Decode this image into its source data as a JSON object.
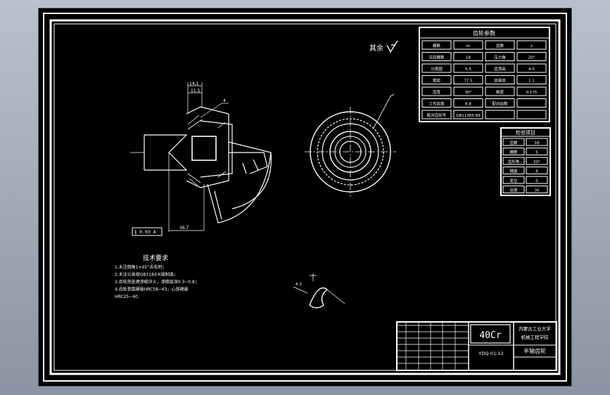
{
  "colors": {
    "background": "#000000",
    "line": "#ffffff",
    "window_bg": "#9aa3b0"
  },
  "surface_finish": {
    "label": "其余",
    "symbol": "Ra-check-icon"
  },
  "param_table": {
    "title": "齿轮参数",
    "rows": [
      [
        "模数",
        "m",
        "齿数",
        "z"
      ],
      [
        "法向模数",
        "18",
        "压力角",
        "20°"
      ],
      [
        "分度圆",
        "5.5",
        "齿顶高",
        "4.5"
      ],
      [
        "锥距",
        "77.5",
        "齿根高",
        "1.1"
      ],
      [
        "齿宽",
        "30°",
        "精度",
        "0.175"
      ],
      [
        "工作齿宽",
        "8.8",
        "配对齿数",
        ""
      ],
      [
        "配对齿轮号",
        "GB11365-89",
        "",
        ""
      ]
    ]
  },
  "small_table": {
    "title": "检验项目",
    "rows": [
      [
        "齿数",
        "18"
      ],
      [
        "模数",
        "5"
      ],
      [
        "齿形角",
        "20°"
      ],
      [
        "精度",
        "8"
      ],
      [
        "变位",
        "0"
      ],
      [
        "齿宽",
        "30"
      ]
    ]
  },
  "dimensions": {
    "d1": "14.1",
    "d2": "11.5",
    "d3": "36.7",
    "d4": "4",
    "tolerance_frame": "∥ 0.03  A",
    "keyway_dim": "4.3"
  },
  "tech_notes": {
    "title": "技术要求",
    "lines": [
      "1.未注倒角1×45°去毛刺；",
      "2.未注公差按GB1184-K级制造；",
      "3.齿轮热处理渗碳淬火，渗碳层深0.3~0.8；",
      "4.齿轮表面硬度HRC58~63，心部硬度",
      "  HRC25~40."
    ]
  },
  "title_block": {
    "material": "40Cr",
    "school": "内蒙古工业大学",
    "dept": "机械工程学院",
    "part_name": "半轴齿轮",
    "drawing_no": "YDQ-01-12"
  }
}
